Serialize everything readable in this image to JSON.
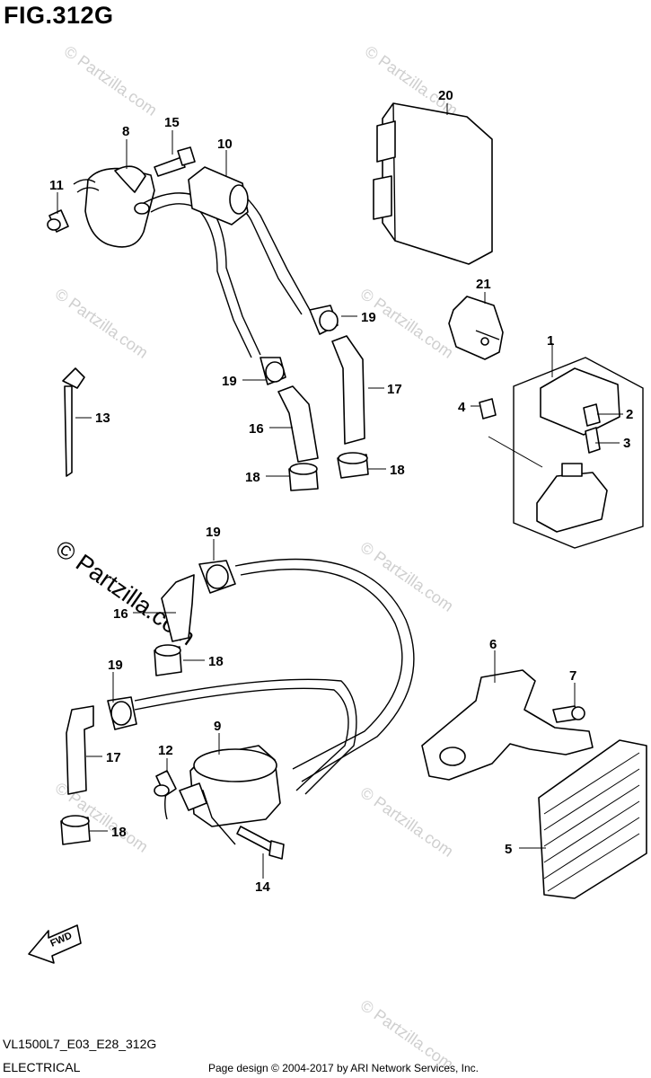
{
  "figure": {
    "title": "FIG.312G"
  },
  "callouts": {
    "c1": "1",
    "c2": "2",
    "c3": "3",
    "c4": "4",
    "c5": "5",
    "c6": "6",
    "c7": "7",
    "c8": "8",
    "c9": "9",
    "c10": "10",
    "c11": "11",
    "c12": "12",
    "c13": "13",
    "c14": "14",
    "c15": "15",
    "c16a": "16",
    "c16b": "16",
    "c17a": "17",
    "c17b": "17",
    "c18a": "18",
    "c18b": "18",
    "c18c": "18",
    "c18d": "18",
    "c19a": "19",
    "c19b": "19",
    "c19c": "19",
    "c19d": "19",
    "c20": "20",
    "c21": "21"
  },
  "watermark": {
    "small": "© Partzilla.com",
    "large": "© Partzilla.com"
  },
  "fwd_label": "FWD",
  "footer": {
    "model_code": "VL1500L7_E03_E28_312G",
    "section": "ELECTRICAL",
    "copyright": "Page design © 2004-2017 by ARI Network Services, Inc."
  }
}
